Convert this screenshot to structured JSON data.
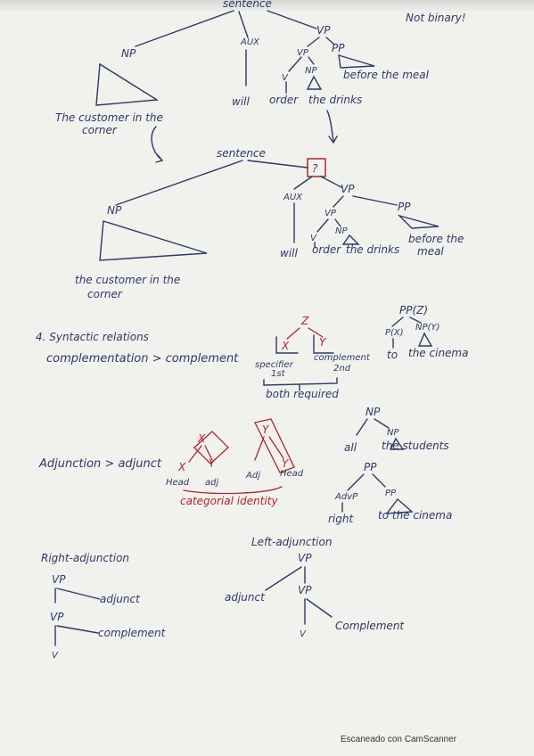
{
  "tree1": {
    "root": "sentence",
    "np": "NP",
    "aux": "AUX",
    "vp": "VP",
    "vp_inner": "VP",
    "pp": "PP",
    "v": "V",
    "np_obj": "NP",
    "np_text_line1": "The customer in the",
    "np_text_line2": "corner",
    "aux_word": "will",
    "verb_word": "order",
    "obj_word": "the drinks",
    "pp_text": "before the meal",
    "note": "Not binary!"
  },
  "tree2": {
    "root": "sentence",
    "question": "?",
    "np": "NP",
    "aux": "AUX",
    "vp": "VP",
    "vp_inner": "VP",
    "pp": "PP",
    "v": "V",
    "np_obj": "NP",
    "np_text_line1": "the customer in the",
    "np_text_line2": "corner",
    "aux_word": "will",
    "verb_word": "order",
    "obj_word": "the drinks",
    "pp_text_line1": "before the",
    "pp_text_line2": "meal"
  },
  "section4": {
    "heading": "4. Syntactic relations",
    "complementation": "complementation > complement",
    "z": "Z",
    "x": "X",
    "y": "Y",
    "specifier": "specifier",
    "first": "1st",
    "complement": "complement",
    "second": "2nd",
    "both_required": "both required",
    "pp_z": "PP(Z)",
    "p_x": "P(X)",
    "np_y": "NP(Y)",
    "to": "to",
    "the_cinema": "the cinema"
  },
  "adjunction": {
    "heading": "Adjunction > adjunct",
    "x": "X",
    "y": "Y",
    "head": "Head",
    "adj": "adj",
    "adj2": "Adj",
    "head2": "Head",
    "categorial": "categorial identity",
    "np_top": "NP",
    "all": "all",
    "np_bottom": "NP",
    "the_students": "the students",
    "pp_top": "PP",
    "advp": "AdvP",
    "pp_bottom": "PP",
    "right": "right",
    "to_the_cinema": "to the cinema"
  },
  "right_adjunction": {
    "heading": "Right-adjunction",
    "vp_top": "VP",
    "adjunct": "adjunct",
    "vp_mid": "VP",
    "complement": "complement",
    "v": "V"
  },
  "left_adjunction": {
    "heading": "Left-adjunction",
    "vp_top": "VP",
    "adjunct": "adjunct",
    "vp_mid": "VP",
    "complement": "Complement",
    "v": "V"
  },
  "footer": "Escaneado con CamScanner",
  "colors": {
    "ink": "#2d3a66",
    "red": "#b0242b",
    "paper": "#f1f1ee"
  }
}
